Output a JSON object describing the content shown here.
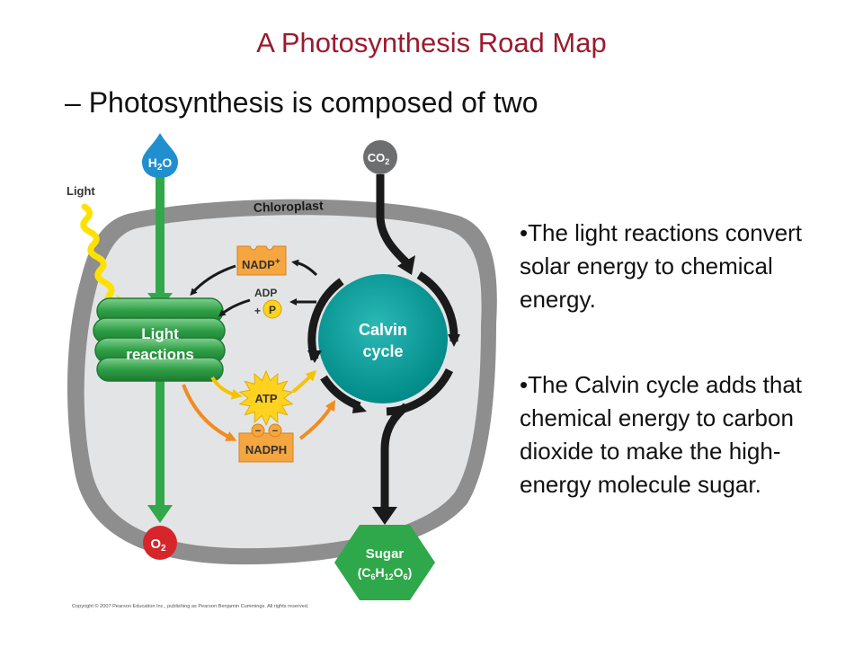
{
  "slide": {
    "title": "A Photosynthesis Road Map",
    "subtitle": "– Photosynthesis is composed of two"
  },
  "diagram": {
    "chloroplast_label": "Chloroplast",
    "light_label": "Light",
    "water": {
      "main": "H",
      "sub": "2",
      "tail": "O"
    },
    "co2": {
      "main": "CO",
      "sub": "2"
    },
    "oxygen": {
      "main": "O",
      "sub": "2"
    },
    "light_reactions": [
      "Light",
      "reactions"
    ],
    "calvin_cycle": [
      "Calvin",
      "cycle"
    ],
    "nadp_plus": {
      "main": "NADP",
      "sup": "+"
    },
    "adp": "ADP",
    "plus_sign": "+",
    "phosphate": "P",
    "atp": "ATP",
    "nadph": "NADPH",
    "nadph_charges": [
      "−",
      "−"
    ],
    "sugar": {
      "label": "Sugar",
      "formula": {
        "open": "(C",
        "c": "6",
        "h": "H",
        "hsub": "12",
        "o": "O",
        "osub": "6",
        "close": ")"
      }
    },
    "copyright": "Copyright © 2007 Pearson Education Inc., publishing as Pearson Benjamin Cummings. All rights reserved.",
    "colors": {
      "water_blue": "#1f8fcf",
      "co2_gray": "#6d6e70",
      "oxygen_red": "#d7262b",
      "membrane_gray": "#8e8e8e",
      "stroma_gray": "#e3e4e6",
      "thylakoid_green": "#2e9e45",
      "calvin_teal": "#009c9a",
      "nadp_orange": "#f5a640",
      "atp_yellow": "#ffd21f",
      "sugar_green": "#2ea84a",
      "arrow_green": "#32a84a",
      "arrow_black": "#1a1a1a",
      "arrow_orange": "#f08c21",
      "arrow_yellow": "#f5c400",
      "title_red": "#9b1b2f"
    }
  },
  "bullets": [
    "•The light reactions convert solar energy to chemical energy.",
    "•The Calvin cycle adds that chemical energy to carbon dioxide to make the high-energy molecule sugar."
  ]
}
